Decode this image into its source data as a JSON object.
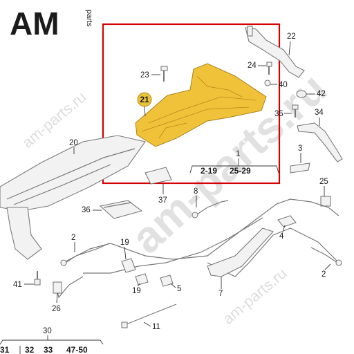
{
  "logo": {
    "am": "AM",
    "parts": "parts"
  },
  "watermark": {
    "small": "am-parts.ru",
    "large": "am-parts.ru",
    "lower": "am-parts.ru"
  },
  "highlight": {
    "label": "21",
    "color": "#e8c23a",
    "frame_color": "#d40000"
  },
  "labels": {
    "l22": "22",
    "l23": "23",
    "l24": "24",
    "l40": "40",
    "l42": "42",
    "l35": "35",
    "l34": "34",
    "l20": "20",
    "l1": "1",
    "l3": "3",
    "l2a": "2-19",
    "l2b": "25-29",
    "l37": "37",
    "l8": "8",
    "l25": "25",
    "l36": "36",
    "l4": "4",
    "l2": "2",
    "l19": "19",
    "l41": "41",
    "l5": "5",
    "l7": "7",
    "l2r": "2",
    "l26": "26",
    "l11": "11",
    "l30": "30",
    "l31": "31",
    "l32": "32",
    "l33": "33",
    "l4750": "47-50"
  }
}
